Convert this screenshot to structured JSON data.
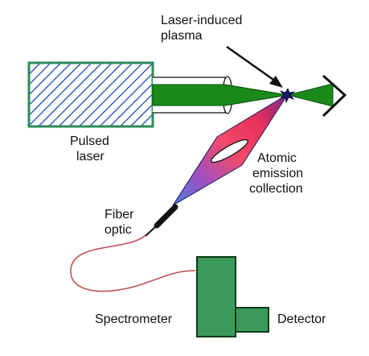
{
  "labels": {
    "plasma_line1": "Laser-induced",
    "plasma_line2": "plasma",
    "laser_line1": "Pulsed",
    "laser_line2": "laser",
    "emission_line1": "Atomic",
    "emission_line2": "emission",
    "emission_line3": "collection",
    "fiber_line1": "Fiber",
    "fiber_line2": "optic",
    "spectrometer": "Spectrometer",
    "detector": "Detector"
  },
  "colors": {
    "laser_border": "#2e8b57",
    "laser_hatch": "#3b5fc0",
    "beam": "#1a8a1a",
    "plasma": "#1a1a6a",
    "cone_red": "#e8305a",
    "cone_blue": "#4a7ee0",
    "fiber_cable": "#c05050",
    "instrument_fill": "#3a9a5a",
    "instrument_border": "#0a3a1a"
  }
}
